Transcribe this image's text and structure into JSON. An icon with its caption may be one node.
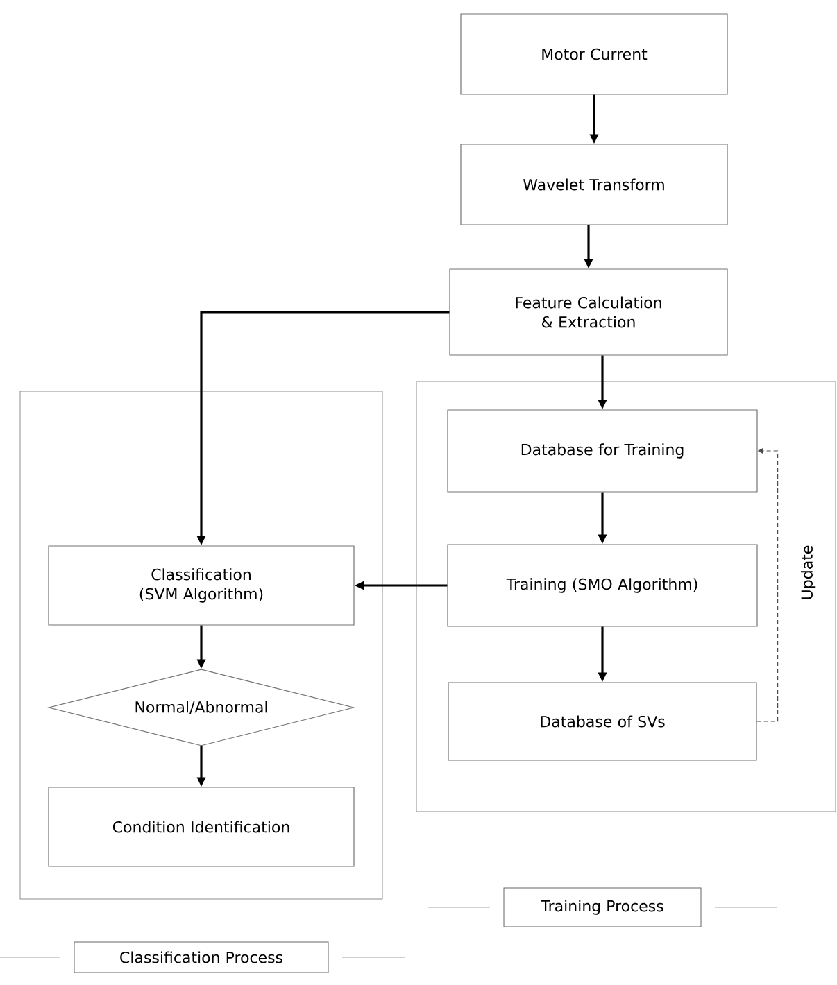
{
  "diagram": {
    "nodes": [
      {
        "text": [
          "Motor Current"
        ]
      },
      {
        "text": [
          "Wavelet Transform"
        ]
      },
      {
        "text": [
          "Feature Calculation & Extraction"
        ]
      },
      {
        "text": [
          "Training Process"
        ]
      },
      {
        "text": [
          "Database for Training"
        ],
        "in": 3
      },
      {
        "text": [
          "Training (SMO Algorithm)"
        ],
        "in": 3
      },
      {
        "text": [
          "Database of SVs"
        ],
        "in": 3
      },
      {
        "text": [
          "Classification Process"
        ]
      },
      {
        "text": [
          "Classification (SVM Algorithm)"
        ],
        "in": 7
      },
      {
        "text": [
          "Normal/Abnormal"
        ],
        "in": 7
      },
      {
        "text": [
          "Condition Identification"
        ],
        "in": 7
      }
    ],
    "edges": [
      {
        "from": 0,
        "to": 1,
        "arrow": "to"
      },
      {
        "from": 1,
        "to": 2,
        "arrow": "to"
      },
      {
        "from": 2,
        "to": 4,
        "arrow": "to"
      },
      {
        "from": 4,
        "to": 5,
        "arrow": "to"
      },
      {
        "from": 5,
        "to": 6,
        "arrow": "to"
      },
      {
        "from": 6,
        "to": 4,
        "arrow": "to",
        "label": "Update",
        "style": "dashed"
      },
      {
        "from": 2,
        "to": 8,
        "arrow": "to"
      },
      {
        "from": 5,
        "to": 8,
        "arrow": "to"
      },
      {
        "from": 8,
        "to": 9,
        "arrow": "to"
      },
      {
        "from": 9,
        "to": 10,
        "arrow": "to"
      }
    ]
  }
}
